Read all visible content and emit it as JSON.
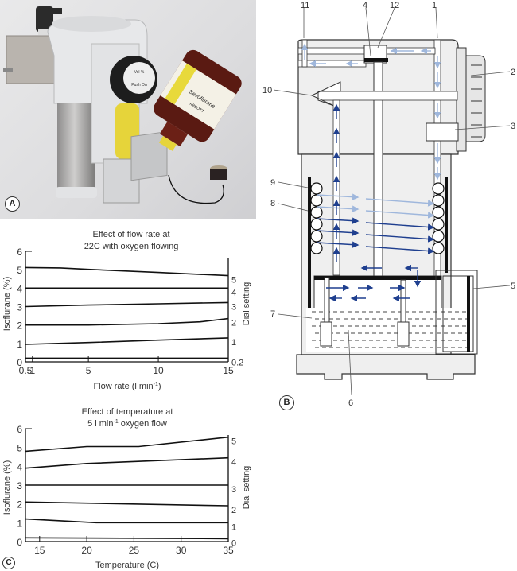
{
  "panels": {
    "a_label": "A",
    "b_label": "B",
    "c_label": "C"
  },
  "photo": {
    "description": "Vaporizer with agent bottle attached",
    "dial_text_1": "Vol %",
    "dial_text_2": "Push On",
    "bottle_brand": "Sevoflurane",
    "bottle_maker": "ABBOTT"
  },
  "colors": {
    "line": "#111111",
    "flow_light": "#9fb7dc",
    "flow_dark": "#1f3f8f",
    "diagram_fill": "#f0f0f0",
    "diagram_stroke": "#333333"
  },
  "diagram": {
    "callouts": [
      "1",
      "2",
      "3",
      "4",
      "5",
      "6",
      "7",
      "8",
      "9",
      "10",
      "11",
      "12"
    ]
  },
  "chart_data": [
    {
      "type": "line",
      "title": "Effect of flow rate at 22C with oxygen flowing",
      "title_line1": "Effect of flow rate at",
      "title_line2": "22C with oxygen flowing",
      "xlabel": "Flow rate (l min-1)",
      "xlabel_main": "Flow rate (l min",
      "xlabel_sup": "-1",
      "xlabel_close": ")",
      "ylabel": "Isoflurane (%)",
      "y2label": "Dial setting",
      "xlim": [
        0.5,
        15
      ],
      "ylim": [
        0,
        6
      ],
      "xticks": [
        0.5,
        1,
        5,
        10,
        15
      ],
      "xtick_labels": [
        "0.5",
        "1",
        "5",
        "10",
        "15"
      ],
      "yticks": [
        0,
        1,
        2,
        3,
        4,
        5,
        6
      ],
      "ytick_labels": [
        "0",
        "1",
        "2",
        "3",
        "4",
        "5",
        "6"
      ],
      "grid": false,
      "series": [
        {
          "name": "0.2",
          "x": [
            0.5,
            15
          ],
          "y": [
            0.2,
            0.2
          ]
        },
        {
          "name": "1",
          "x": [
            0.5,
            5,
            10,
            15
          ],
          "y": [
            0.95,
            1.05,
            1.18,
            1.3
          ]
        },
        {
          "name": "2",
          "x": [
            0.5,
            5,
            10,
            13,
            15
          ],
          "y": [
            2.0,
            2.0,
            2.07,
            2.17,
            2.35
          ]
        },
        {
          "name": "3",
          "x": [
            0.5,
            5,
            10,
            15
          ],
          "y": [
            3.0,
            3.08,
            3.15,
            3.22
          ]
        },
        {
          "name": "4",
          "x": [
            0.5,
            15
          ],
          "y": [
            4.0,
            4.0
          ]
        },
        {
          "name": "5",
          "x": [
            0.5,
            3,
            5,
            10,
            15
          ],
          "y": [
            5.12,
            5.1,
            5.02,
            4.85,
            4.68
          ]
        }
      ]
    },
    {
      "type": "line",
      "title": "Effect of temperature at 5 l min-1 oxygen flow",
      "title_line1": "Effect of temperature at",
      "title_line2_main": "5 l min",
      "title_line2_sup": "-1",
      "title_line2_rest": " oxygen flow",
      "xlabel": "Temperature (C)",
      "ylabel": "Isoflurane (%)",
      "y2label": "Dial setting",
      "xlim": [
        13.5,
        35
      ],
      "ylim": [
        0,
        6
      ],
      "xticks": [
        15,
        20,
        25,
        30,
        35
      ],
      "xtick_labels": [
        "15",
        "20",
        "25",
        "30",
        "35"
      ],
      "yticks": [
        0,
        1,
        2,
        3,
        4,
        5,
        6
      ],
      "ytick_labels": [
        "0",
        "1",
        "2",
        "3",
        "4",
        "5",
        "6"
      ],
      "grid": false,
      "series": [
        {
          "name": "0",
          "x": [
            13.5,
            35
          ],
          "y": [
            0.2,
            0.15
          ]
        },
        {
          "name": "1",
          "x": [
            13.5,
            21,
            35
          ],
          "y": [
            1.2,
            1.0,
            1.0
          ]
        },
        {
          "name": "2",
          "x": [
            13.5,
            35
          ],
          "y": [
            2.1,
            1.9
          ]
        },
        {
          "name": "3",
          "x": [
            13.5,
            35
          ],
          "y": [
            3.0,
            3.0
          ]
        },
        {
          "name": "4",
          "x": [
            13.5,
            20,
            35
          ],
          "y": [
            3.9,
            4.15,
            4.45
          ]
        },
        {
          "name": "5",
          "x": [
            13.5,
            20,
            25.5,
            35
          ],
          "y": [
            4.8,
            5.05,
            5.05,
            5.55
          ]
        }
      ]
    }
  ]
}
